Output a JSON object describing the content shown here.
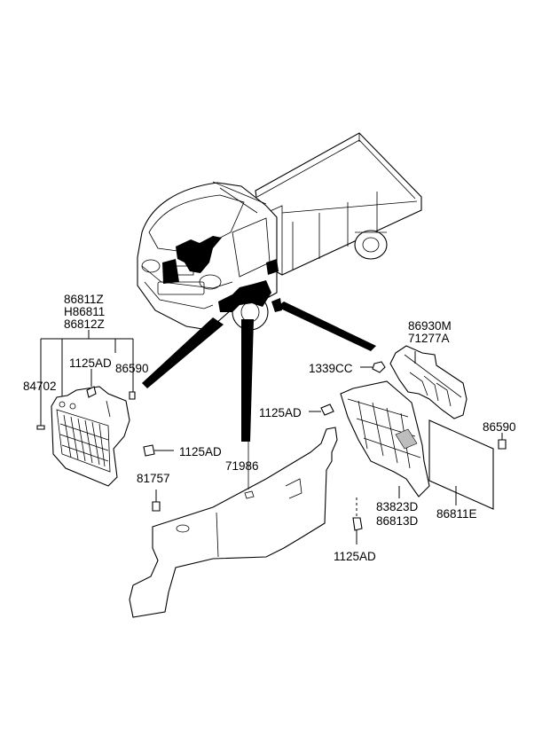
{
  "labels": {
    "p86811z": "86811Z",
    "h86811": "H86811",
    "p86812z": "86812Z",
    "p84702": "84702",
    "p1125ad_a": "1125AD",
    "p86590_a": "86590",
    "p1125ad_b": "1125AD",
    "p71986": "71986",
    "p81757": "81757",
    "p86930m": "86930M",
    "p71277a": "71277A",
    "p1339cc": "1339CC",
    "p1125ad_c": "1125AD",
    "p86590_b": "86590",
    "p83823d": "83823D",
    "p86813d": "86813D",
    "p86811e": "86811E",
    "p1125ad_d": "1125AD"
  },
  "colors": {
    "line": "#000000",
    "background": "#ffffff",
    "shade": "#bdbdbd"
  }
}
